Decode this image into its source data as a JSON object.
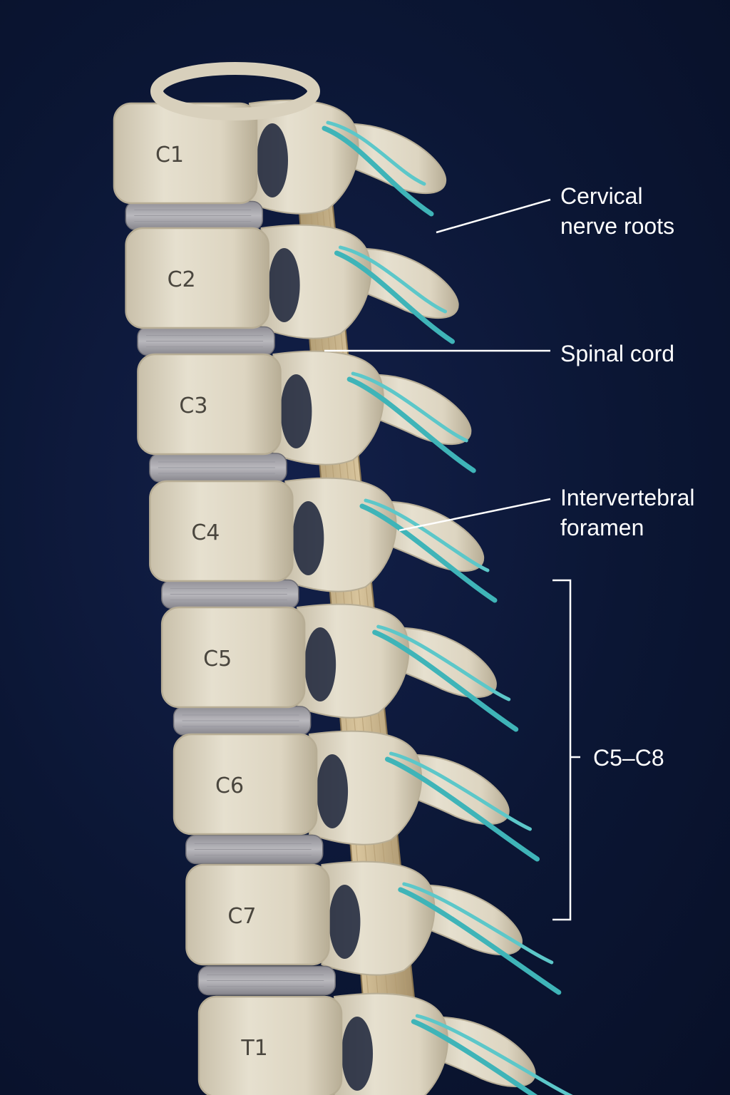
{
  "colors": {
    "background": "#0b1530",
    "bone": "#e2dbc9",
    "bone_shadow": "#b7ad95",
    "disc": "#a9a8ad",
    "cord": "#c9b38a",
    "nerve": "#3fb4b8",
    "leader_line": "#ffffff"
  },
  "vertebrae": [
    "C1",
    "C2",
    "C3",
    "C4",
    "C5",
    "C6",
    "C7",
    "T1"
  ],
  "callouts": {
    "nerve_roots": "Cervical\nnerve roots",
    "spinal_cord": "Spinal cord",
    "foramen": "Intervertebral\nforamen",
    "range": "C5–C8"
  }
}
